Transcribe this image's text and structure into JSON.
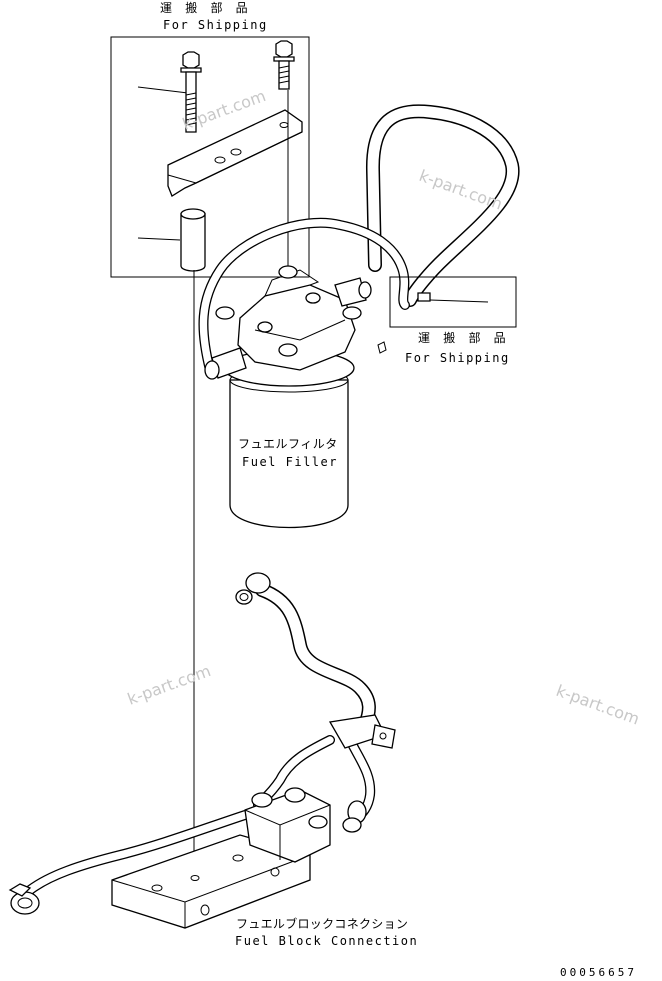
{
  "labels": {
    "shipping_top_jp": "運 搬 部 品",
    "shipping_top_en": "For Shipping",
    "shipping_right_jp": "運 搬 部 品",
    "shipping_right_en": "For Shipping",
    "filter_jp": "フュエルフィルタ",
    "filter_en": "Fuel Filler",
    "block_jp": "フュエルブロックコネクション",
    "block_en": "Fuel Block Connection"
  },
  "watermarks": [
    "k-part.com",
    "k-part.com",
    "k-part.com",
    "k-part.com"
  ],
  "drawing_code": "00056657"
}
